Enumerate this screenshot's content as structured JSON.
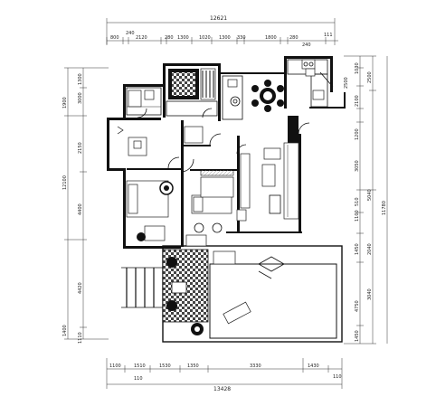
{
  "drawing": {
    "top_total": "12621",
    "top_segments": [
      "800",
      "240",
      "2120",
      "280",
      "1300",
      "1020",
      "1300",
      "330",
      "1800",
      "280",
      "111"
    ],
    "top_extra": "240",
    "left_outer": [
      "1900",
      "12100",
      "1400"
    ],
    "left_inner": [
      "1300",
      "3000",
      "2150",
      "4400",
      "4420",
      "1110"
    ],
    "right_inner": [
      "1030",
      "2500",
      "2100",
      "1200",
      "3050",
      "1100",
      "510",
      "1450",
      "2040",
      "4750",
      "3040",
      "1450"
    ],
    "right_outer": [
      "5040",
      "11780"
    ],
    "bottom_segments": [
      "1100",
      "1510",
      "1530",
      "1350",
      "3330",
      "1430",
      "110"
    ],
    "bottom_small": "110",
    "bottom_total": "13428"
  },
  "colors": {
    "line": "#111111",
    "background": "#ffffff",
    "hatch": "#555555"
  }
}
